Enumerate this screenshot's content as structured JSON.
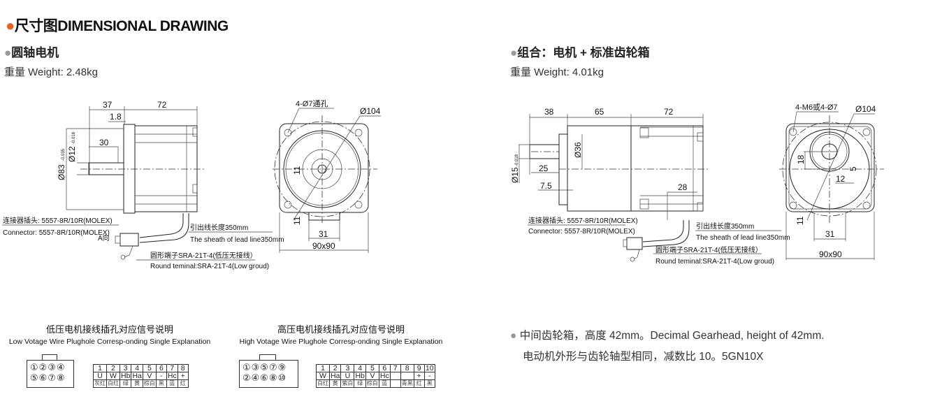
{
  "header": {
    "bullet": "●",
    "title": "尺寸图DIMENSIONAL DRAWING",
    "accent": "#e8641e"
  },
  "left": {
    "bullet": "●",
    "subtitle": "圆轴电机",
    "weight": "重量 Weight: 2.48kg",
    "dims": {
      "d37": "37",
      "d72": "72",
      "d18": "1.8",
      "d30": "30",
      "d83": "Ø83",
      "d83tol": "-0.035",
      "d12": "Ø12",
      "d12tol": "-0.018",
      "hole": "4-Ø7通孔",
      "d104": "Ø104",
      "d11a": "11",
      "d11b": "11",
      "d31": "31",
      "d90": "90x90"
    },
    "ann": {
      "conn_cn": "连接器插头: 5557-8R/10R(MOLEX)",
      "conn_en": "Connector: 5557-8R/10R(MOLEX)",
      "a_dir": "A向",
      "lead_cn": "引出线长度350mm",
      "lead_en": "The sheath of lead line350mm",
      "term_cn": "圆形端子SRA-21T-4(低压无接线）",
      "term_en": "Round teminal:SRA-21T-4(Low groud)"
    }
  },
  "right": {
    "bullet": "●",
    "subtitle": "组合：电机 + 标准齿轮箱",
    "weight": "重量 Weight: 4.01kg",
    "dims": {
      "d38": "38",
      "d65": "65",
      "d72": "72",
      "d15": "Ø15",
      "d15tol": "-0.018",
      "d25": "25",
      "d75": "7.5",
      "d36": "Ø36",
      "d28": "28",
      "hole": "4-M6或4-Ø7",
      "d104": "Ø104",
      "d18": "18",
      "d5": "5",
      "d12": "12",
      "d11": "11",
      "d31": "31",
      "d90": "90x90"
    },
    "ann": {
      "conn_cn": "连接器插头: 5557-8R/10R(MOLEX)",
      "conn_en": "Connector: 5557-8R/10R(MOLEX)",
      "lead_cn": "引出线长度350mm",
      "lead_en": "The sheath of lead line350mm",
      "term_cn": "圆形端子SRA-21T-4(低压无接线）",
      "term_en": "Round teminal:SRA-21T-4(Low groud)"
    }
  },
  "low_voltage": {
    "title_cn": "低压电机接线插孔对应信号说明",
    "title_en": "Low Votage Wire Plughole Corresp-onding Single Explanation",
    "plug_top": "①②③④",
    "plug_bottom": "⑤⑥⑦⑧",
    "pins": [
      "1",
      "2",
      "3",
      "4",
      "5",
      "6",
      "7",
      "8"
    ],
    "signals": [
      "U",
      "W",
      "Hb",
      "Ha",
      "V",
      "-",
      "Hc",
      "+"
    ],
    "colors": [
      "灰红",
      "白红",
      "绿",
      "黄",
      "棕白",
      "黑",
      "蓝",
      "红"
    ]
  },
  "high_voltage": {
    "title_cn": "高压电机接线插孔对应信号说明",
    "title_en": "High Votage Wire Plughole Corresp-onding Single Explanation",
    "plug_top": "①③⑤⑦⑨",
    "plug_bottom": "②④⑥⑧⑩",
    "pins": [
      "1",
      "2",
      "3",
      "4",
      "5",
      "6",
      "7",
      "8",
      "9",
      "10"
    ],
    "signals": [
      "W",
      "Ha",
      "U",
      "Hb",
      "V",
      "Hc",
      "",
      "",
      "+",
      "-"
    ],
    "colors": [
      "白红",
      "黄",
      "紫白",
      "绿",
      "棕白",
      "蓝",
      "",
      "青黑",
      "红",
      "黑"
    ]
  },
  "note": {
    "bullet": "●",
    "line1": "中间齿轮箱，高度 42mm。Decimal Gearhead, height of 42mm.",
    "line2": "电动机外形与齿轮轴型相同，减数比 10。5GN10X"
  }
}
